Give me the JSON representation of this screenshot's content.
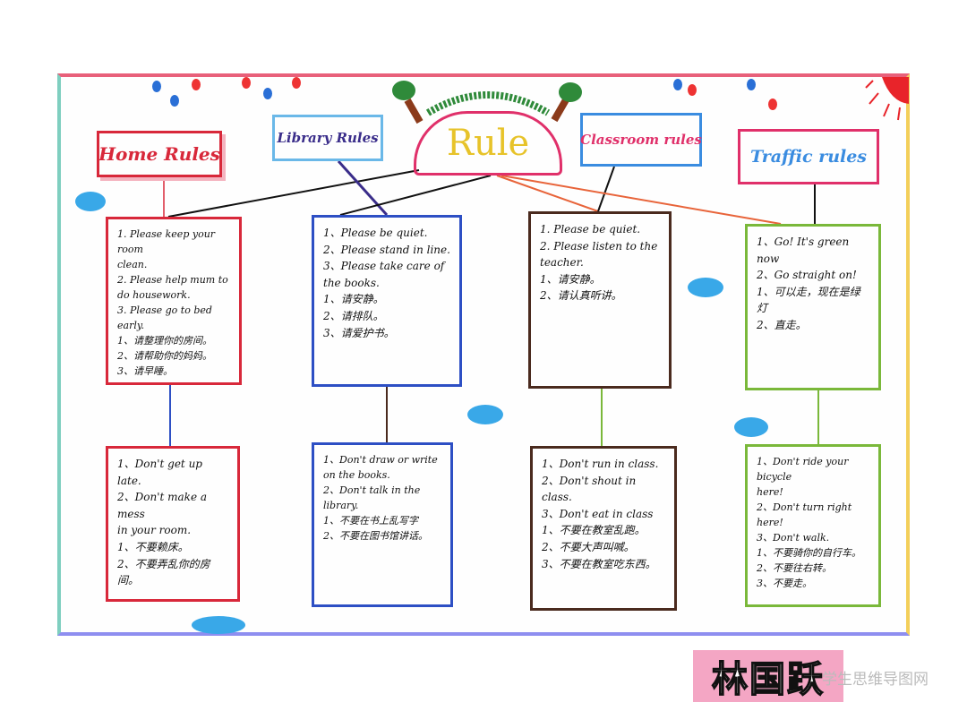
{
  "center_title": "Rule",
  "categories": {
    "home": "Home Rules",
    "library": "Library Rules",
    "classroom": "Classroom rules",
    "traffic": "Traffic rules"
  },
  "home_do": [
    "1. Please keep your room",
    "clean.",
    "2. Please help mum to",
    "do housework.",
    "3. Please go to bed early.",
    "1、请整理你的房间。",
    "2、请帮助你的妈妈。",
    "3、请早睡。"
  ],
  "home_dont": [
    "1、Don't get up late.",
    "2、Don't make a mess",
    "in your room.",
    "1、不要赖床。",
    "2、不要弄乱你的房间。"
  ],
  "library_do": [
    "1、Please be quiet.",
    "2、Please stand in line.",
    "3、Please take care of",
    "the books.",
    "1、请安静。",
    "2、请排队。",
    "3、请爱护书。"
  ],
  "library_dont": [
    "1、Don't draw or write",
    "on the books.",
    "2、Don't talk in the library.",
    "1、不要在书上乱写字",
    "2、不要在图书馆讲话。"
  ],
  "classroom_do": [
    "1. Please be quiet.",
    "2. Please listen to the",
    "teacher.",
    "1、请安静。",
    "2、请认真听讲。"
  ],
  "classroom_dont": [
    "1、Don't run in class.",
    "2、Don't shout in class.",
    "3、Don't eat in class",
    "1、不要在教室乱跑。",
    "2、不要大声叫喊。",
    "3、不要在教室吃东西。"
  ],
  "traffic_do": [
    "1、Go! It's green now",
    "2、Go straight on!",
    "1、可以走，现在是绿灯",
    "2、直走。"
  ],
  "traffic_dont": [
    "1、Don't ride your bicycle",
    "here!",
    "2、Don't turn right here!",
    "3、Don't walk.",
    "1、不要骑你的自行车。",
    "2、不要往右转。",
    "3、不要走。"
  ],
  "author": "林国跃",
  "watermark": "学生思维导图网",
  "colors": {
    "home": "#d8283a",
    "library": "#2d4fc4",
    "classroom": "#4a2a1e",
    "traffic": "#7ab83a",
    "title_pink": "#e0306a",
    "title_blue": "#3a8ce0",
    "rule_text": "#e7c32a"
  }
}
